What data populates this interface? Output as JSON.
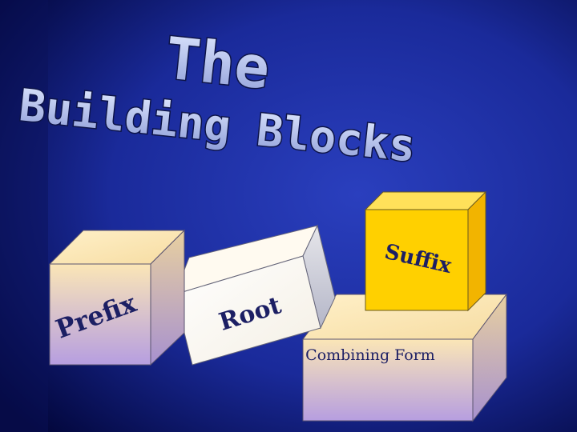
{
  "slide": {
    "title_line1": "The",
    "title_line2": "Building Blocks",
    "background_colors": {
      "center": "#2a3fbe",
      "edge": "#02063a"
    },
    "title_colors": {
      "fill_top": "#dfe8ff",
      "fill_bottom": "#8f9ed8",
      "outline": "#0d1448"
    }
  },
  "blocks": {
    "prefix": {
      "label": "Prefix",
      "face_top": "#fbe6b6",
      "face_bottom": "#b69ee0",
      "text_color": "#1c1f64"
    },
    "root": {
      "label": "Root",
      "face_color": "#fffbf2",
      "text_color": "#1c1f64"
    },
    "suffix": {
      "label": "Suffix",
      "face_color": "#ffd000",
      "text_color": "#1c1f64"
    },
    "combining_form": {
      "label": "Combining Form",
      "face_top": "#fbe6b6",
      "face_bottom": "#b69ee0",
      "text_color": "#1c1f64"
    }
  }
}
